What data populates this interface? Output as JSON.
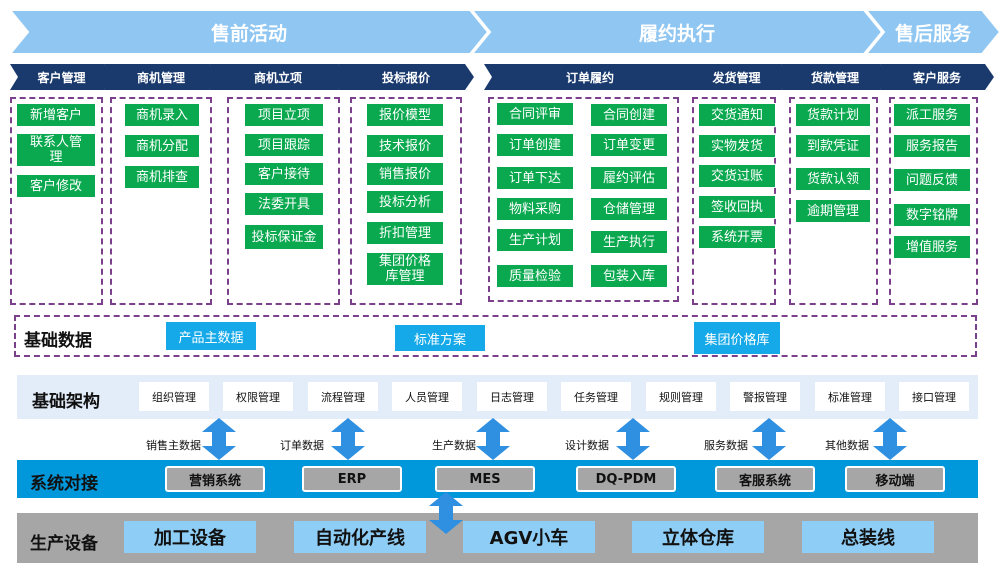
{
  "phases": [
    {
      "label": "售前活动"
    },
    {
      "label": "履约执行"
    },
    {
      "label": "售后服务"
    }
  ],
  "subheaders": [
    {
      "label": "客户管理"
    },
    {
      "label": "商机管理"
    },
    {
      "label": "商机立项"
    },
    {
      "label": "投标报价"
    },
    {
      "label": "订单履约"
    },
    {
      "label": "发货管理"
    },
    {
      "label": "货款管理"
    },
    {
      "label": "客户服务"
    }
  ],
  "groups": {
    "customer": [
      "新增客户",
      "联系人管\n理",
      "客户修改"
    ],
    "opportunity": [
      "商机录入",
      "商机分配",
      "商机排查"
    ],
    "project": [
      "项目立项",
      "项目跟踪",
      "客户接待",
      "法委开具",
      "投标保证金"
    ],
    "bidding": [
      "报价模型",
      "技术报价",
      "销售报价",
      "投标分析",
      "折扣管理",
      "集团价格\n库管理"
    ],
    "order_left": [
      "合同评审",
      "订单创建",
      "订单下达",
      "物料采购",
      "生产计划",
      "质量检验"
    ],
    "order_right": [
      "合同创建",
      "订单变更",
      "履约评估",
      "仓储管理",
      "生产执行",
      "包装入库"
    ],
    "shipping": [
      "交货通知",
      "实物发货",
      "交货过账",
      "签收回执",
      "系统开票"
    ],
    "payment": [
      "货款计划",
      "到款凭证",
      "货款认领",
      "逾期管理"
    ],
    "service": [
      "派工服务",
      "服务报告",
      "问题反馈",
      "数字铭牌",
      "增值服务"
    ]
  },
  "basic_data": {
    "title": "基础数据",
    "items": [
      "产品主数据",
      "标准方案",
      "集团价格库"
    ]
  },
  "infrastructure": {
    "title": "基础架构",
    "items": [
      "组织管理",
      "权限管理",
      "流程管理",
      "人员管理",
      "日志管理",
      "任务管理",
      "规则管理",
      "警报管理",
      "标准管理",
      "接口管理"
    ]
  },
  "data_flows": [
    "销售主数据",
    "订单数据",
    "生产数据",
    "设计数据",
    "服务数据",
    "其他数据"
  ],
  "systems": {
    "title": "系统对接",
    "items": [
      "营销系统",
      "ERP",
      "MES",
      "DQ-PDM",
      "客服系统",
      "移动端"
    ]
  },
  "production": {
    "title": "生产设备",
    "items": [
      "加工设备",
      "自动化产线",
      "AGV小车",
      "立体仓库",
      "总装线"
    ]
  },
  "colors": {
    "phase": "#8fc6f2",
    "subheader": "#1a3a6e",
    "green": "#0aa84f",
    "dashed": "#7b3f8c",
    "blue": "#15a9e9",
    "system_band": "#0097db",
    "arrow": "#2f8fe0"
  }
}
